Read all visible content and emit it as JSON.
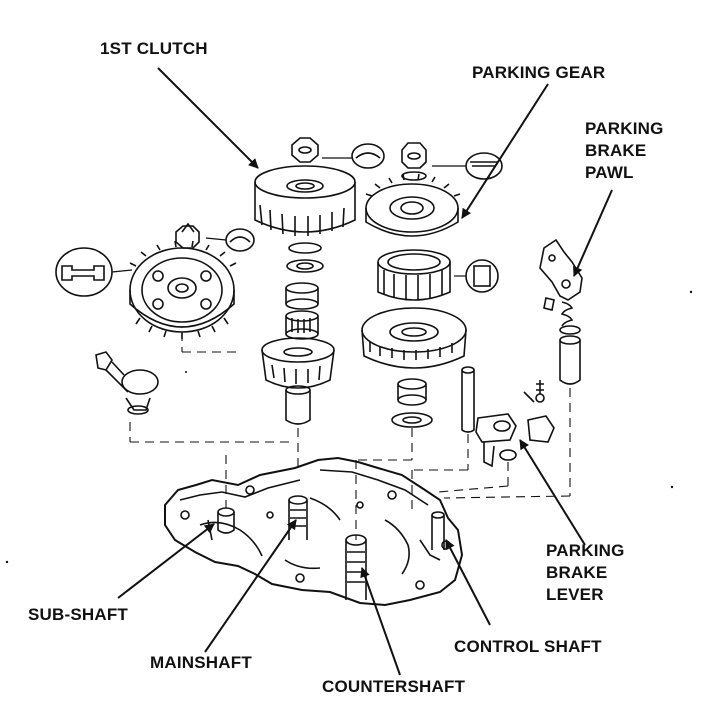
{
  "diagram": {
    "labels": {
      "first_clutch": "1ST CLUTCH",
      "parking_gear": "PARKING GEAR",
      "parking_brake_pawl": [
        "PARKING",
        "BRAKE",
        "PAWL"
      ],
      "parking_brake_lever": [
        "PARKING",
        "BRAKE",
        "LEVER"
      ],
      "sub_shaft": "SUB-SHAFT",
      "mainshaft": "MAINSHAFT",
      "countershaft": "COUNTERSHAFT",
      "control_shaft": "CONTROL SHAFT"
    },
    "colors": {
      "ink": "#111111",
      "paper": "#ffffff"
    }
  }
}
